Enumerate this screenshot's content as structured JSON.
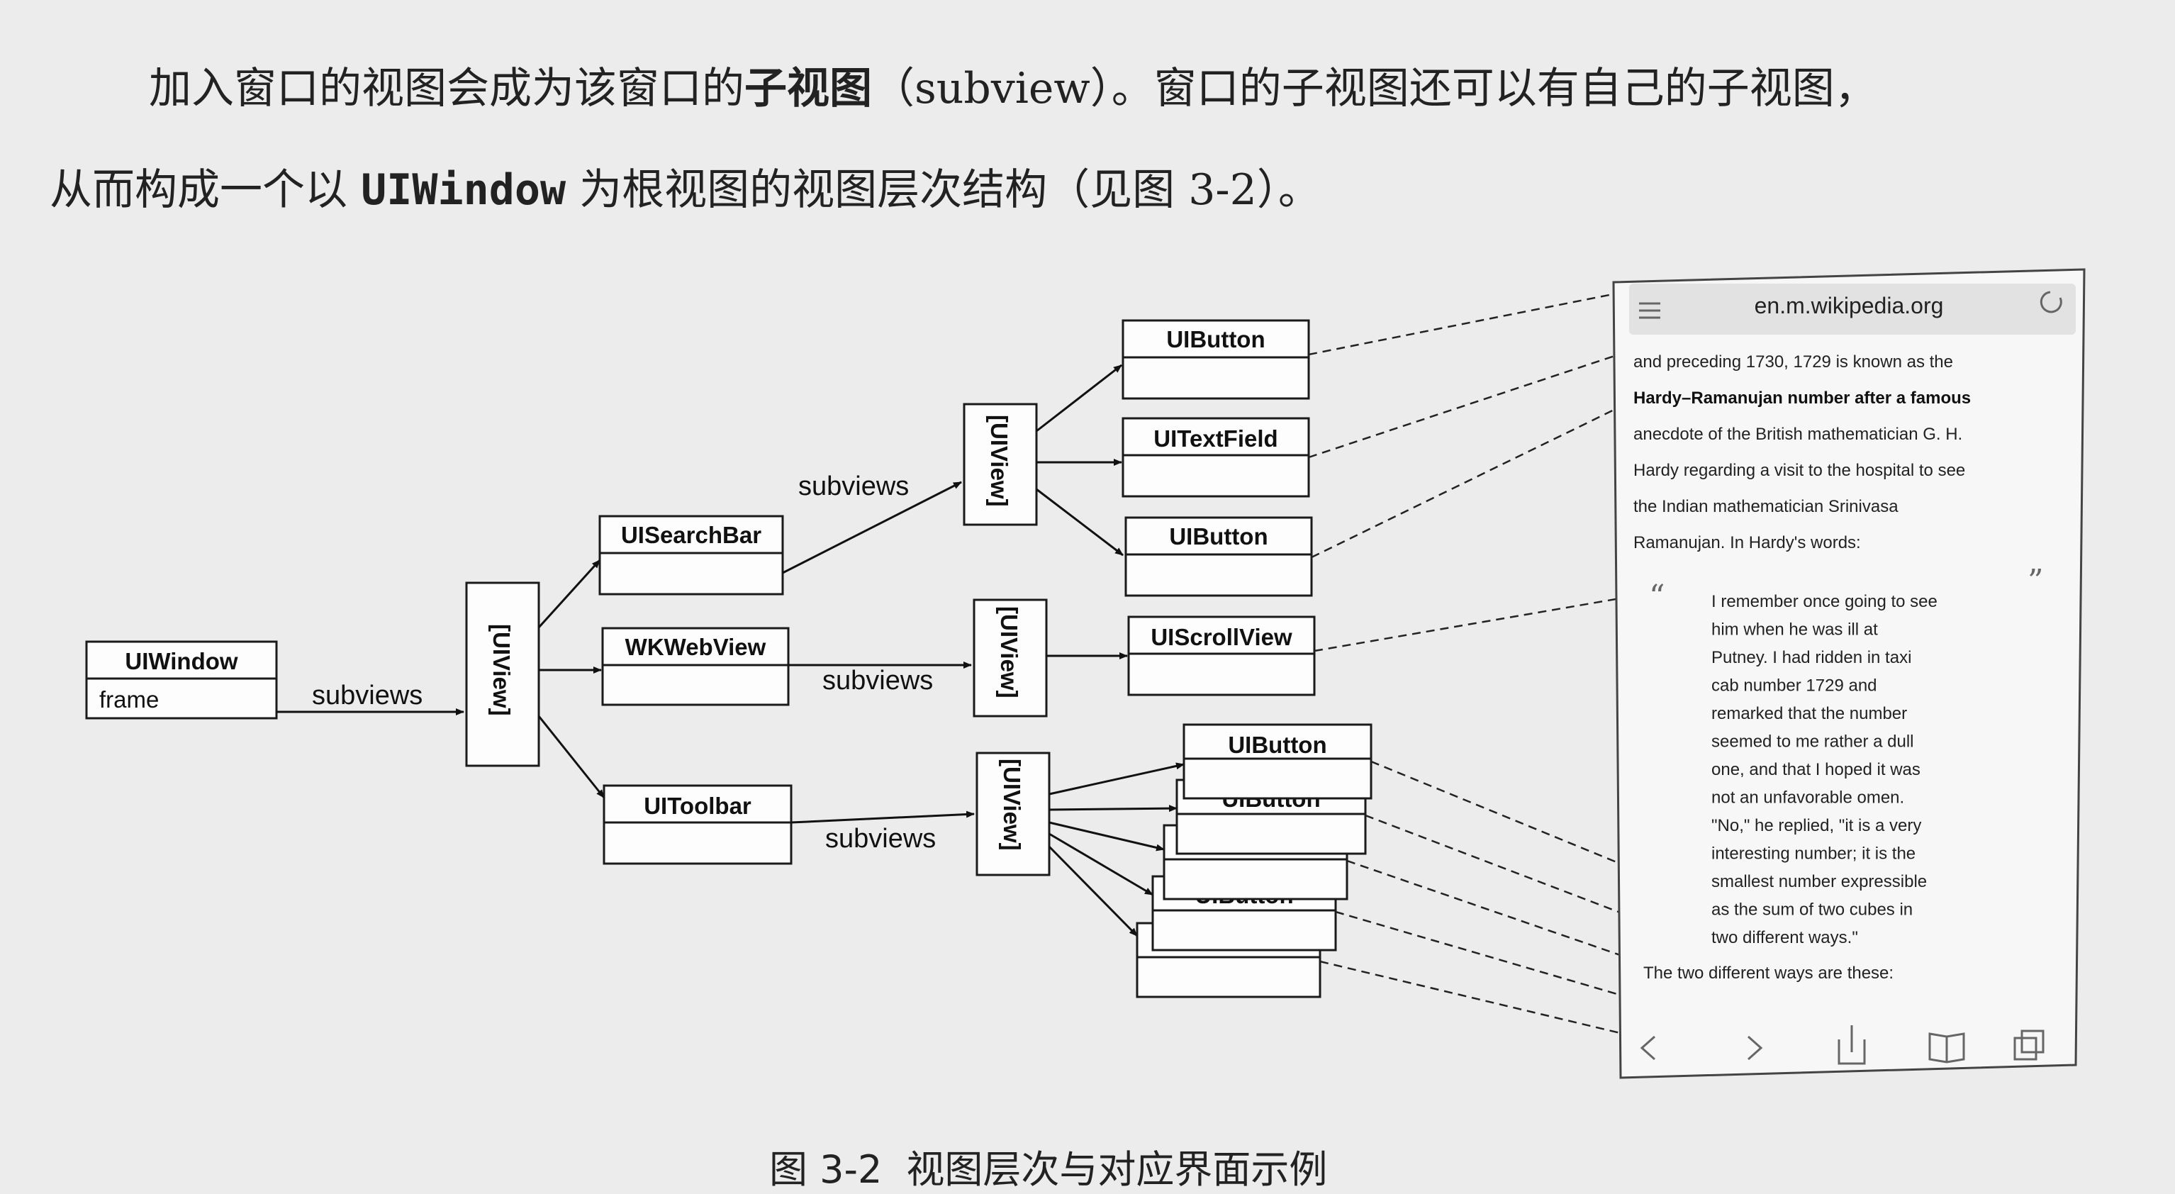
{
  "paragraph": {
    "line1_a": "加入窗口的视图会成为该窗口的",
    "line1_bold": "子视图",
    "line1_b": "（subview）。窗口的子视图还可以有自己的子视图，",
    "line2_a": "从而构成一个以 ",
    "line2_code": "UIWindow",
    "line2_b": " 为根视图的视图层次结构（见图 3-2）。"
  },
  "diagram": {
    "window_title": "UIWindow",
    "window_field": "frame",
    "subviews_label": "subviews",
    "uiview_label": "[UIView]",
    "search_bar": "UISearchBar",
    "webview": "WKWebView",
    "toolbar": "UIToolbar",
    "button": "UIButton",
    "text_field": "UITextField",
    "scroll_view": "UIScrollView"
  },
  "phone": {
    "url": "en.m.wikipedia.org",
    "intro": [
      {
        "text": "and preceding 1730, 1729 is known as the",
        "bold": false
      },
      {
        "text": "Hardy–Ramanujan number after a famous",
        "bold": true
      },
      {
        "text": "anecdote of the British mathematician G. H.",
        "bold": false
      },
      {
        "text": "Hardy regarding a visit to the hospital to see",
        "bold": false
      },
      {
        "text": "the Indian mathematician Srinivasa",
        "bold": false
      },
      {
        "text": "Ramanujan. In Hardy's words:",
        "bold": false
      }
    ],
    "quote_open": "“",
    "quote_close": "”",
    "quote": [
      "I remember once going to see",
      "him when he was ill at",
      "Putney. I had ridden in taxi",
      "cab number 1729 and",
      "remarked that the number",
      "seemed to me rather a dull",
      "one, and that I hoped it was",
      "not an unfavorable omen.",
      "\"No,\" he replied, \"it is a very",
      "interesting number; it is the",
      "smallest number expressible",
      "as the sum of two cubes in",
      "two different ways.\""
    ],
    "footer_line": "The two different ways are these:"
  },
  "caption": {
    "number": "图 3-2",
    "title": "视图层次与对应界面示例"
  }
}
